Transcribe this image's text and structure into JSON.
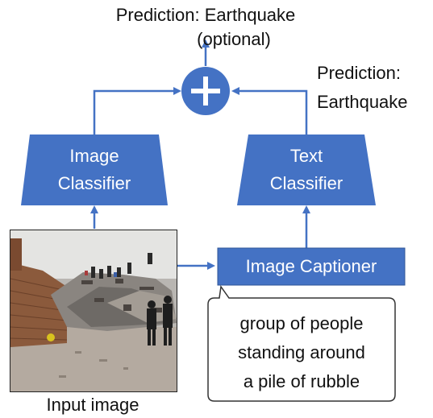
{
  "colors": {
    "accent": "#4472C4",
    "accent_dark": "#2F5597",
    "line": "#4472C4",
    "text": "#111111"
  },
  "labels": {
    "top_prediction_line1": "Prediction: Earthquake",
    "top_prediction_line2": "(optional)",
    "right_prediction_line1": "Prediction:",
    "right_prediction_line2": "Earthquake",
    "input_image": "Input image"
  },
  "nodes": {
    "image_classifier": {
      "line1": "Image",
      "line2": "Classifier"
    },
    "text_classifier": {
      "line1": "Text",
      "line2": "Classifier"
    },
    "image_captioner": {
      "label": "Image Captioner"
    },
    "combiner": {
      "symbol": "+",
      "icon": "plus-icon"
    }
  },
  "caption": {
    "line1": "group of people",
    "line2": "standing around",
    "line3": "a pile of rubble"
  },
  "input_image": {
    "icon": "earthquake-rubble-photo"
  }
}
